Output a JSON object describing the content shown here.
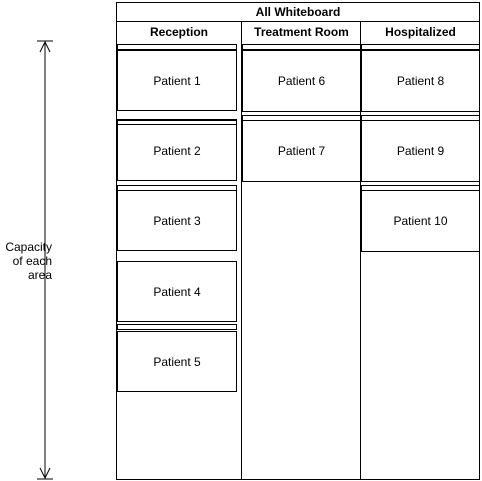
{
  "board": {
    "title": "All Whiteboard",
    "columns": [
      {
        "name": "Reception",
        "patients": [
          "Patient 1",
          "Patient 2",
          "Patient 3",
          "Patient 4",
          "Patient 5"
        ]
      },
      {
        "name": "Treatment Room",
        "patients": [
          "Patient 6",
          "Patient 7"
        ]
      },
      {
        "name": "Hospitalized",
        "patients": [
          "Patient 8",
          "Patient 9",
          "Patient 10"
        ]
      }
    ]
  },
  "capacity": {
    "line1": "Capacity",
    "line2": "of each",
    "line3": "area"
  }
}
